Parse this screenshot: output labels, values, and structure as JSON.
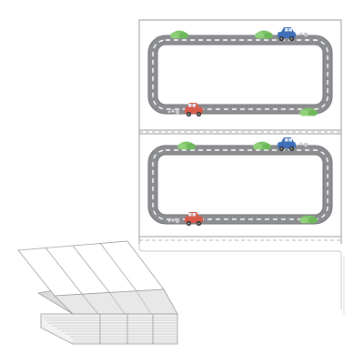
{
  "product": {
    "label_count_visible": 2,
    "label_shape": "rectangle",
    "design": "road-track-frame"
  },
  "colors": {
    "road": "#8b8d91",
    "road_edge": "#707276",
    "lane_marking": "#ffffff",
    "grass": "#7ec56a",
    "grass_dark": "#5aa54a",
    "car_blue": "#3f6fb8",
    "car_red": "#d85a4a",
    "exhaust": "#c9c9c9",
    "paper": "#ffffff",
    "outline": "#9a9a9a",
    "perforation": "#b5b5b5",
    "stack_shadow": "#d8d8d8"
  },
  "icons": {
    "car_right": "car-right-icon",
    "car_left": "car-left-icon",
    "bush": "bush-icon",
    "exhaust": "exhaust-puff-icon",
    "fanfold": "fanfold-stack-icon"
  }
}
